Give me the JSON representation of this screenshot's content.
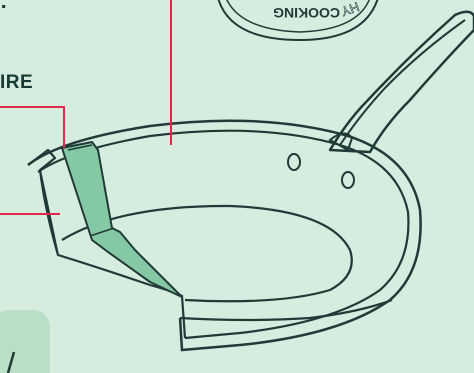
{
  "labels": {
    "colon": ":",
    "ire": "IRE"
  },
  "badge": {
    "text": "COOKING",
    "outline_fragment": "HY"
  },
  "colors": {
    "background": "#d6ecdf",
    "ink": "#1f3a37",
    "callout": "#e0284a",
    "accent_green": "#84c9a3",
    "blob_green": "#b9dfc6"
  },
  "icons": {
    "badge": "seal-icon",
    "pan": "frying-pan-icon"
  }
}
